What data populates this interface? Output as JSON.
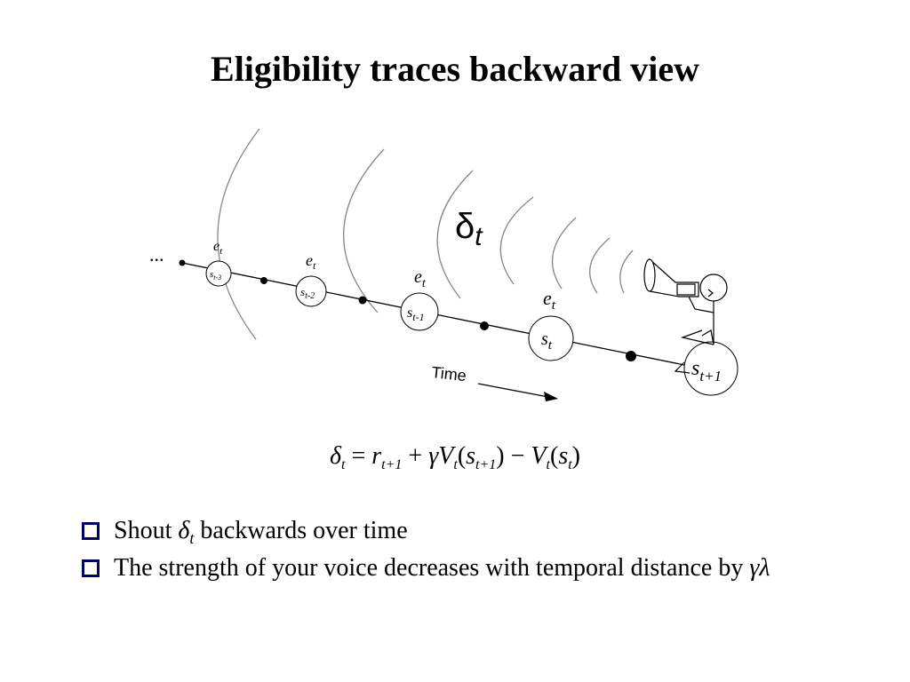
{
  "title": "Eligibility traces backward view",
  "diagram": {
    "delta_symbol": "δ",
    "delta_subscript": "t",
    "ellipsis": "...",
    "trace_label": "e",
    "trace_subscript": "t",
    "states": [
      {
        "base": "s",
        "sub": "t-3"
      },
      {
        "base": "s",
        "sub": "t-2"
      },
      {
        "base": "s",
        "sub": "t-1"
      },
      {
        "base": "s",
        "sub": "t"
      },
      {
        "base": "s",
        "sub": "t+1"
      }
    ],
    "time_label": "Time"
  },
  "equation": {
    "delta": "δ",
    "t": "t",
    "equals": "=",
    "r": "r",
    "t_plus_1": "t+1",
    "plus": "+",
    "gamma": "γ",
    "V": "V",
    "open_paren": "(",
    "s": "s",
    "close_paren": ")",
    "minus": "−"
  },
  "bullets": [
    {
      "pre": "Shout ",
      "sym": "δ",
      "sub": "t",
      "post": " backwards over time"
    },
    {
      "pre": "The strength of your voice decreases with temporal distance by ",
      "sym": "γλ"
    }
  ]
}
